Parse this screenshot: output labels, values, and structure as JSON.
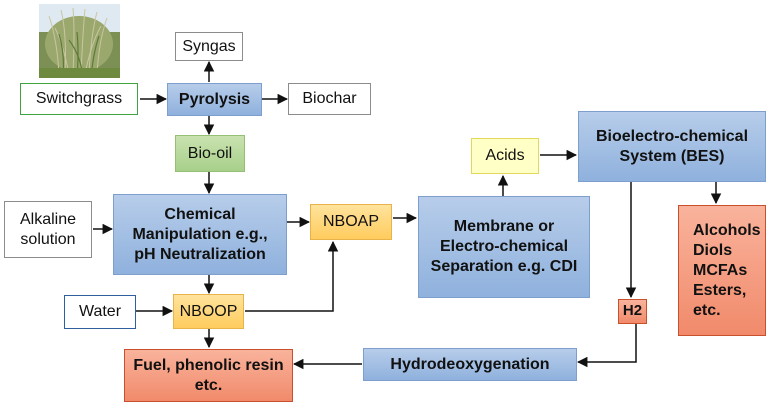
{
  "nodes": {
    "syngas": "Syngas",
    "switchgrass": "Switchgrass",
    "pyrolysis": "Pyrolysis",
    "biochar": "Biochar",
    "biooil": "Bio-oil",
    "alkaline": "Alkaline solution",
    "chemical": "Chemical Manipulation e.g., pH Neutralization",
    "nboap": "NBOAP",
    "membrane": "Membrane or Electro-chemical Separation e.g. CDI",
    "acids": "Acids",
    "bes": "Bioelectro-chemical System (BES)",
    "products": "Alcohols Diols MCFAs Esters, etc.",
    "water": "Water",
    "nboop": "NBOOP",
    "h2": "H2",
    "fuel": "Fuel, phenolic resin etc.",
    "hdo": "Hydrodeoxygenation"
  },
  "colors": {
    "blue": "#9dbbe2",
    "green": "#b4d79a",
    "yellow": "#ffffc6",
    "orange": "#ffd575",
    "salmon": "#f49b80",
    "arrow": "#111111"
  },
  "images": {
    "switchgrass_photo": "switchgrass-plant-photo"
  }
}
